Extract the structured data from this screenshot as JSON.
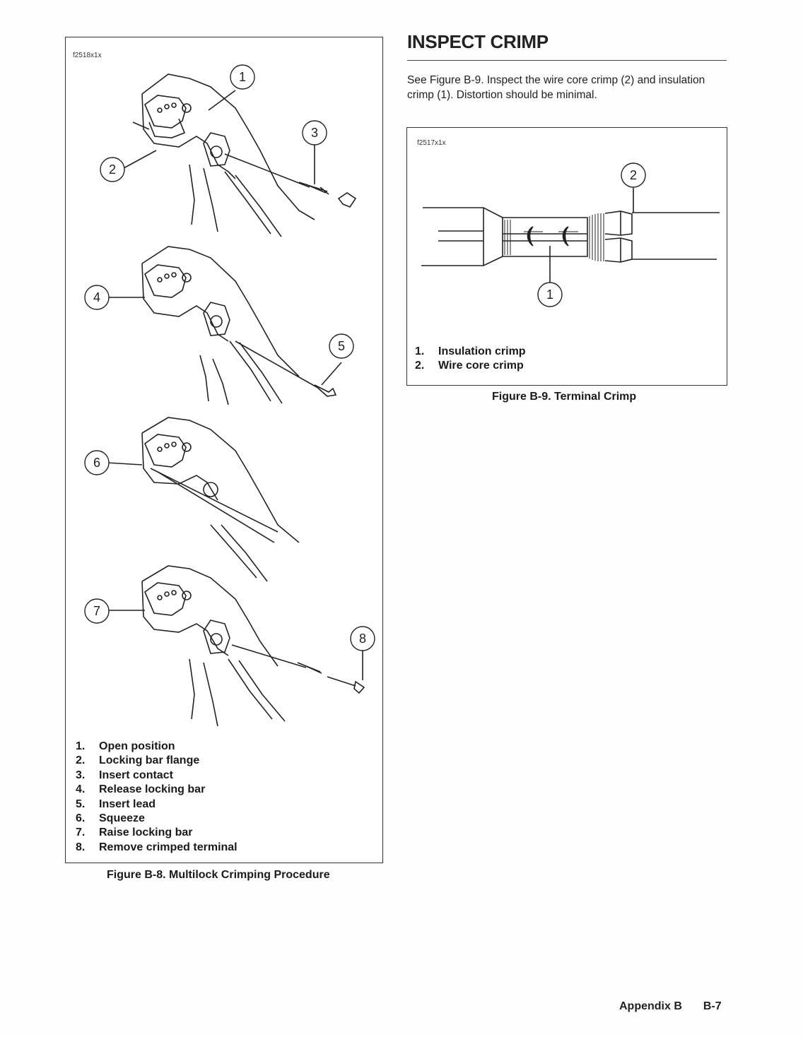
{
  "section_heading": "INSPECT CRIMP",
  "intro_paragraph": "See Figure B-9. Inspect the wire core crimp (2) and insulation crimp (1). Distortion should be minimal.",
  "figure_b8": {
    "code": "f2518x1x",
    "callouts": [
      "1",
      "2",
      "3",
      "4",
      "5",
      "6",
      "7",
      "8"
    ],
    "legend": [
      {
        "num": "1.",
        "text": "Open position"
      },
      {
        "num": "2.",
        "text": "Locking bar flange"
      },
      {
        "num": "3.",
        "text": "Insert contact"
      },
      {
        "num": "4.",
        "text": "Release locking bar"
      },
      {
        "num": "5.",
        "text": "Insert lead"
      },
      {
        "num": "6.",
        "text": "Squeeze"
      },
      {
        "num": "7.",
        "text": "Raise locking bar"
      },
      {
        "num": "8.",
        "text": "Remove crimped terminal"
      }
    ],
    "caption": "Figure B-8. Multilock Crimping Procedure"
  },
  "figure_b9": {
    "code": "f2517x1x",
    "callouts": [
      "2",
      "1"
    ],
    "legend": [
      {
        "num": "1.",
        "text": "Insulation crimp"
      },
      {
        "num": "2.",
        "text": "Wire core crimp"
      }
    ],
    "caption": "Figure B-9. Terminal Crimp"
  },
  "footer": {
    "section": "Appendix B",
    "page": "B-7"
  }
}
